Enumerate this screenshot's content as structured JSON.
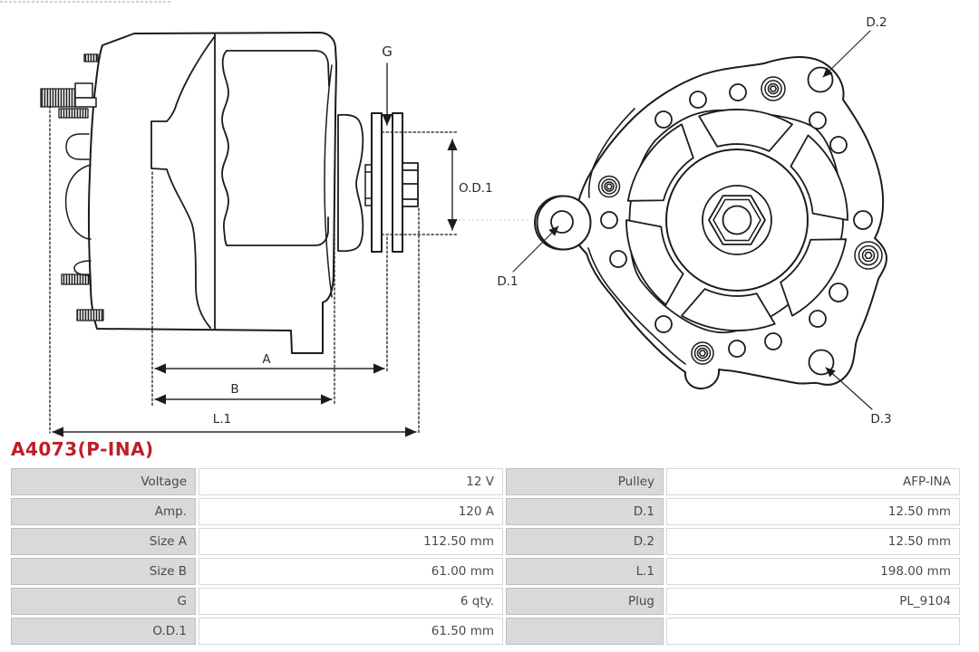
{
  "part_number": "A4073(P-INA)",
  "diagram": {
    "side_view": {
      "g_label": "G",
      "od1_label": "O.D.1",
      "a_label": "A",
      "b_label": "B",
      "l1_label": "L.1"
    },
    "end_view": {
      "d1_label": "D.1",
      "d2_label": "D.2",
      "d3_label": "D.3"
    }
  },
  "table": {
    "rows": [
      {
        "label_left": "Voltage",
        "value_left": "12 V",
        "label_right": "Pulley",
        "value_right": "AFP-INA"
      },
      {
        "label_left": "Amp.",
        "value_left": "120 A",
        "label_right": "D.1",
        "value_right": "12.50 mm"
      },
      {
        "label_left": "Size A",
        "value_left": "112.50 mm",
        "label_right": "D.2",
        "value_right": "12.50 mm"
      },
      {
        "label_left": "Size B",
        "value_left": "61.00 mm",
        "label_right": "L.1",
        "value_right": "198.00 mm"
      },
      {
        "label_left": "G",
        "value_left": "6 qty.",
        "label_right": "Plug",
        "value_right": "PL_9104"
      },
      {
        "label_left": "O.D.1",
        "value_left": "61.50 mm",
        "label_right": "",
        "value_right": ""
      }
    ]
  },
  "colors": {
    "accent_red": "#be1e28",
    "line": "#1c1c1c",
    "label_cell_bg": "#d9d9d9",
    "label_cell_border": "#bfbfbf",
    "value_cell_border": "#d7d7d7",
    "cell_text": "#4a4a4a"
  }
}
